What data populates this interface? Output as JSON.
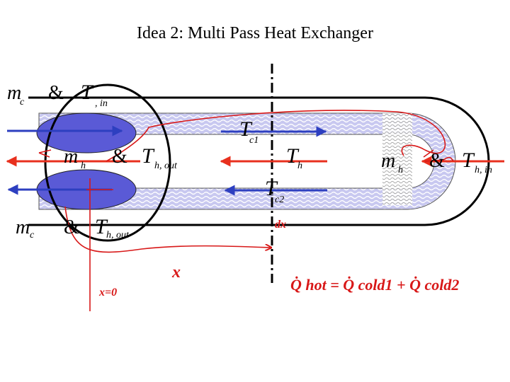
{
  "slide": {
    "title": "Idea 2: Multi Pass Heat Exchanger"
  },
  "labels": {
    "m_c_top": "m",
    "m_c_top_sub": "c",
    "amp_top": "&",
    "t_c_in": "T",
    "t_c_in_sub": ", in",
    "m_h_left": "m",
    "m_h_left_sub": "h",
    "amp_mid": "&",
    "t_h_out_mid": "T",
    "t_h_out_mid_sub": "h, out",
    "t_c1": "T",
    "t_c1_sub": "c1",
    "t_h": "T",
    "t_h_sub": "h",
    "t_c2": "T",
    "t_c2_sub": "c2",
    "m_h_right": "m",
    "m_h_right_sub": "h",
    "amp_right": "&",
    "t_h_in": "T",
    "t_h_in_sub": "h, in",
    "m_c_bot": "m",
    "m_c_bot_sub": "c",
    "amp_bot": "&",
    "t_h_out_bot": "T",
    "t_h_out_bot_sub": "h, out"
  },
  "annotations": {
    "x_label": "x",
    "x0_label": "x=0",
    "dx_label": "dx",
    "equation": "Q̇ hot = Q̇ cold1 + Q̇ cold2"
  },
  "colors": {
    "tube_fill": "#c8c8f0",
    "shell_fill": "#5a5ad6",
    "blue_arrow": "#2d3fc0",
    "red_arrow": "#e8301e",
    "ink_red": "#d81818"
  }
}
